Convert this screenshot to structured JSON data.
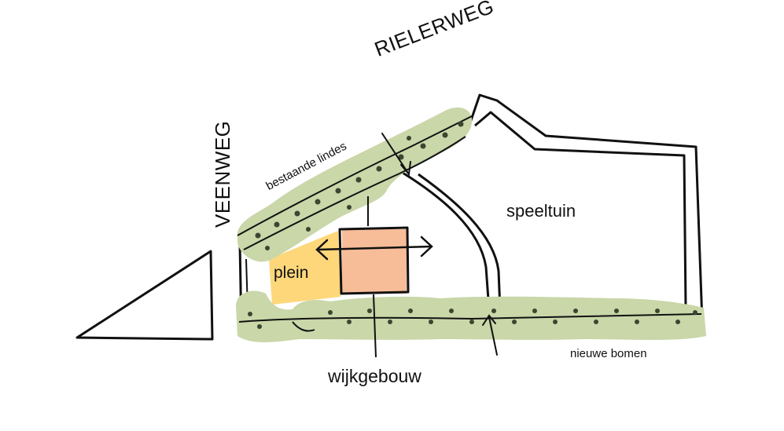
{
  "roads": {
    "rielerweg": "RIELERWEG",
    "veenweg": "VEENWEG"
  },
  "labels": {
    "bestaande_lindes": "bestaande lindes",
    "speeltuin": "speeltuin",
    "plein": "plein",
    "wijkgebouw": "wijkgebouw",
    "nieuwe_bomen": "nieuwe bomen"
  },
  "colors": {
    "tree_fill": "#c9d7a9",
    "tree_dot": "#3b4530",
    "plein_fill": "#fdd77a",
    "building_fill": "#f7bc98",
    "line": "#111111"
  }
}
